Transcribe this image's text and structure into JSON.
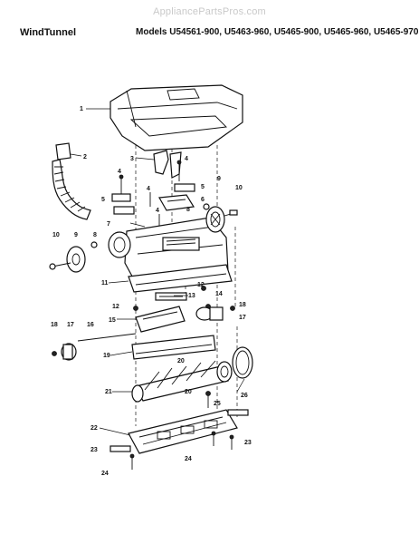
{
  "watermark": "AppliancePartsPros.com",
  "brand": "WindTunnel",
  "models": "Models U54561-900, U5463-960, U5465-900, U5465-960, U5465-970",
  "callouts": {
    "c1": "1",
    "c2": "2",
    "c3": "3",
    "c4a": "4",
    "c4b": "4",
    "c4c": "4",
    "c4d": "4",
    "c5a": "5",
    "c5b": "5",
    "c6": "6",
    "c7": "7",
    "c8a": "8",
    "c8b": "8",
    "c9a": "9",
    "c9b": "9",
    "c10a": "10",
    "c10b": "10",
    "c11": "11",
    "c12a": "12",
    "c12b": "12",
    "c13": "13",
    "c14": "14",
    "c15": "15",
    "c16": "16",
    "c17a": "17",
    "c17b": "17",
    "c18a": "18",
    "c18b": "18",
    "c19": "19",
    "c20a": "20",
    "c20b": "20",
    "c21": "21",
    "c22": "22",
    "c23a": "23",
    "c23b": "23",
    "c24a": "24",
    "c24b": "24",
    "c25": "25",
    "c26": "26"
  }
}
